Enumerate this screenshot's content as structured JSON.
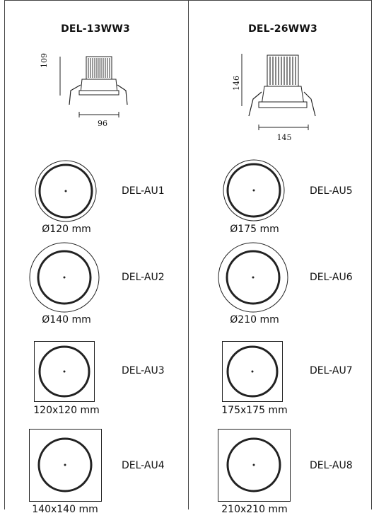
{
  "columns": [
    {
      "title": "DEL-13WW3",
      "dims": {
        "height": "109",
        "width": "96"
      },
      "variants": [
        {
          "code": "DEL-AU1",
          "size": "Ø120 mm",
          "shape": "round"
        },
        {
          "code": "DEL-AU2",
          "size": "Ø140 mm",
          "shape": "round"
        },
        {
          "code": "DEL-AU3",
          "size": "120x120 mm",
          "shape": "square"
        },
        {
          "code": "DEL-AU4",
          "size": "140x140 mm",
          "shape": "square"
        }
      ]
    },
    {
      "title": "DEL-26WW3",
      "dims": {
        "height": "146",
        "width": "145"
      },
      "variants": [
        {
          "code": "DEL-AU5",
          "size": "Ø175 mm",
          "shape": "round"
        },
        {
          "code": "DEL-AU6",
          "size": "Ø210 mm",
          "shape": "round"
        },
        {
          "code": "DEL-AU7",
          "size": "175x175 mm",
          "shape": "square"
        },
        {
          "code": "DEL-AU8",
          "size": "210x210 mm",
          "shape": "square"
        }
      ]
    }
  ],
  "colors": {
    "line": "#333333",
    "text": "#111111",
    "background": "#ffffff"
  },
  "icons": [
    "recessed-downlight-drawing",
    "round-trim-icon",
    "square-trim-icon"
  ]
}
